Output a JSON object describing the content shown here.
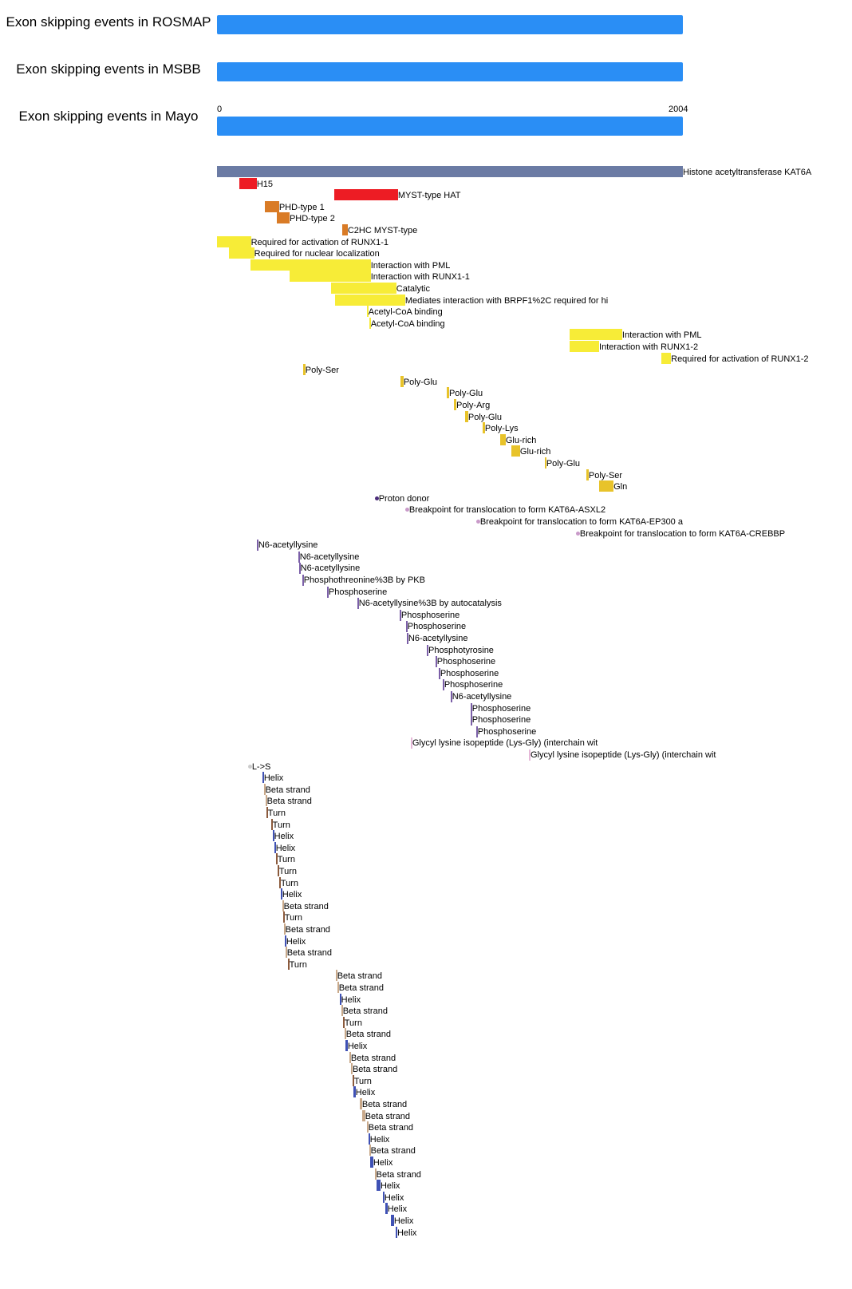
{
  "tracks": [
    {
      "title": "Exon skipping events in ROSMAP"
    },
    {
      "title": "Exon skipping events in MSBB"
    },
    {
      "title": "Exon skipping events in Mayo"
    }
  ],
  "axis": {
    "min": "0",
    "max": "2004",
    "min_value": 0,
    "max_value": 2004
  },
  "colors": {
    "exon_bar": "#2a8ef5",
    "chain": "#6b7ba4",
    "domain": "#ed1c24",
    "zinc": "#d97b26",
    "region": "#f7ec37",
    "compbias": "#e8c32a",
    "active": "#4b2c7a",
    "site": "#c99ac9",
    "modres": "#7b5fa8",
    "crosslnk": "#e6b8d8",
    "variant": "#cccccc",
    "helix": "#3f51b5",
    "strand": "#c9a98a",
    "turn": "#8b5a3c"
  },
  "features": [
    {
      "label": "Histone acetyltransferase KAT6A",
      "type": "chain",
      "start": 1,
      "end": 2004
    },
    {
      "label": "H15",
      "type": "domain",
      "start": 96,
      "end": 172
    },
    {
      "label": "MYST-type HAT",
      "type": "domain",
      "start": 504,
      "end": 779
    },
    {
      "label": "PHD-type 1",
      "type": "zinc",
      "start": 206,
      "end": 268
    },
    {
      "label": "PHD-type 2",
      "type": "zinc",
      "start": 257,
      "end": 313
    },
    {
      "label": "C2HC MYST-type",
      "type": "zinc",
      "start": 539,
      "end": 563
    },
    {
      "label": "Required for activation of RUNX1-1",
      "type": "region",
      "start": 1,
      "end": 147
    },
    {
      "label": "Required for nuclear localization",
      "type": "region",
      "start": 51,
      "end": 161
    },
    {
      "label": "Interaction with PML",
      "type": "region",
      "start": 144,
      "end": 662
    },
    {
      "label": "Interaction with RUNX1-1",
      "type": "region",
      "start": 312,
      "end": 662
    },
    {
      "label": "Catalytic",
      "type": "region",
      "start": 490,
      "end": 772
    },
    {
      "label": "Mediates interaction with BRPF1%2C required for hi",
      "type": "region",
      "start": 508,
      "end": 810
    },
    {
      "label": "Acetyl-CoA binding",
      "type": "region",
      "start": 645,
      "end": 652
    },
    {
      "label": "Acetyl-CoA binding",
      "type": "region",
      "start": 655,
      "end": 662
    },
    {
      "label": "Interaction with PML",
      "type": "region",
      "start": 1517,
      "end": 1743
    },
    {
      "label": "Interaction with RUNX1-2",
      "type": "region",
      "start": 1517,
      "end": 1644
    },
    {
      "label": "Required for activation of RUNX1-2",
      "type": "region",
      "start": 1911,
      "end": 1953
    },
    {
      "label": "Poly-Ser",
      "type": "compbias",
      "start": 371,
      "end": 381
    },
    {
      "label": "Poly-Glu",
      "type": "compbias",
      "start": 789,
      "end": 803
    },
    {
      "label": "Poly-Glu",
      "type": "compbias",
      "start": 988,
      "end": 999
    },
    {
      "label": "Poly-Arg",
      "type": "compbias",
      "start": 1019,
      "end": 1030
    },
    {
      "label": "Poly-Glu",
      "type": "compbias",
      "start": 1067,
      "end": 1081
    },
    {
      "label": "Poly-Lys",
      "type": "compbias",
      "start": 1143,
      "end": 1153
    },
    {
      "label": "Glu-rich",
      "type": "compbias",
      "start": 1218,
      "end": 1242
    },
    {
      "label": "Glu-rich",
      "type": "compbias",
      "start": 1266,
      "end": 1304
    },
    {
      "label": "Poly-Glu",
      "type": "compbias",
      "start": 1410,
      "end": 1417
    },
    {
      "label": "Poly-Ser",
      "type": "compbias",
      "start": 1589,
      "end": 1599
    },
    {
      "label": "Gln",
      "type": "compbias",
      "start": 1644,
      "end": 1706
    },
    {
      "label": "Proton donor",
      "type": "active",
      "start": 686,
      "end": 686,
      "dot": true
    },
    {
      "label": "Breakpoint for translocation to form KAT6A-ASXL2",
      "type": "site",
      "start": 817,
      "end": 817,
      "dot": true
    },
    {
      "label": "Breakpoint for translocation to form KAT6A-EP300 a",
      "type": "site",
      "start": 1122,
      "end": 1122,
      "dot": true
    },
    {
      "label": "Breakpoint for translocation to form KAT6A-CREBBP",
      "type": "site",
      "start": 1551,
      "end": 1551,
      "dot": true
    },
    {
      "label": "N6-acetyllysine",
      "type": "modres",
      "start": 172,
      "end": 172
    },
    {
      "label": "N6-acetyllysine",
      "type": "modres",
      "start": 350,
      "end": 350
    },
    {
      "label": "N6-acetyllysine",
      "type": "modres",
      "start": 353,
      "end": 353
    },
    {
      "label": "Phosphothreonine%3B by PKB",
      "type": "modres",
      "start": 367,
      "end": 367
    },
    {
      "label": "Phosphoserine",
      "type": "modres",
      "start": 474,
      "end": 474
    },
    {
      "label": "N6-acetyllysine%3B by autocatalysis",
      "type": "modres",
      "start": 604,
      "end": 604
    },
    {
      "label": "Phosphoserine",
      "type": "modres",
      "start": 786,
      "end": 786
    },
    {
      "label": "Phosphoserine",
      "type": "modres",
      "start": 813,
      "end": 813
    },
    {
      "label": "N6-acetyllysine",
      "type": "modres",
      "start": 817,
      "end": 817
    },
    {
      "label": "Phosphotyrosine",
      "type": "modres",
      "start": 903,
      "end": 903
    },
    {
      "label": "Phosphoserine",
      "type": "modres",
      "start": 940,
      "end": 940
    },
    {
      "label": "Phosphoserine",
      "type": "modres",
      "start": 954,
      "end": 954
    },
    {
      "label": "Phosphoserine",
      "type": "modres",
      "start": 971,
      "end": 971
    },
    {
      "label": "N6-acetyllysine",
      "type": "modres",
      "start": 1005,
      "end": 1005
    },
    {
      "label": "Phosphoserine",
      "type": "modres",
      "start": 1091,
      "end": 1091
    },
    {
      "label": "Phosphoserine",
      "type": "modres",
      "start": 1091,
      "end": 1091
    },
    {
      "label": "Phosphoserine",
      "type": "modres",
      "start": 1115,
      "end": 1115
    },
    {
      "label": "Glycyl lysine isopeptide (Lys-Gly) (interchain wit",
      "type": "crosslnk",
      "start": 834,
      "end": 834
    },
    {
      "label": "Glycyl lysine isopeptide (Lys-Gly) (interchain wit",
      "type": "crosslnk",
      "start": 1342,
      "end": 1342
    },
    {
      "label": "L->S",
      "type": "variant",
      "start": 141,
      "end": 141,
      "dot": true
    },
    {
      "label": "Helix",
      "type": "helix",
      "start": 196,
      "end": 199
    },
    {
      "label": "Beta strand",
      "type": "strand",
      "start": 202,
      "end": 205
    },
    {
      "label": "Beta strand",
      "type": "strand",
      "start": 209,
      "end": 212
    },
    {
      "label": "Turn",
      "type": "turn",
      "start": 213,
      "end": 215
    },
    {
      "label": "Turn",
      "type": "turn",
      "start": 233,
      "end": 235
    },
    {
      "label": "Helix",
      "type": "helix",
      "start": 240,
      "end": 243
    },
    {
      "label": "Helix",
      "type": "helix",
      "start": 247,
      "end": 250
    },
    {
      "label": "Turn",
      "type": "turn",
      "start": 254,
      "end": 256
    },
    {
      "label": "Turn",
      "type": "turn",
      "start": 261,
      "end": 263
    },
    {
      "label": "Turn",
      "type": "turn",
      "start": 268,
      "end": 270
    },
    {
      "label": "Helix",
      "type": "helix",
      "start": 275,
      "end": 278
    },
    {
      "label": "Beta strand",
      "type": "strand",
      "start": 281,
      "end": 284
    },
    {
      "label": "Turn",
      "type": "turn",
      "start": 285,
      "end": 287
    },
    {
      "label": "Beta strand",
      "type": "strand",
      "start": 288,
      "end": 291
    },
    {
      "label": "Helix",
      "type": "helix",
      "start": 292,
      "end": 295
    },
    {
      "label": "Beta strand",
      "type": "strand",
      "start": 295,
      "end": 298
    },
    {
      "label": "Turn",
      "type": "turn",
      "start": 305,
      "end": 307
    },
    {
      "label": "Beta strand",
      "type": "strand",
      "start": 511,
      "end": 514
    },
    {
      "label": "Beta strand",
      "type": "strand",
      "start": 518,
      "end": 521
    },
    {
      "label": "Helix",
      "type": "helix",
      "start": 528,
      "end": 531
    },
    {
      "label": "Beta strand",
      "type": "strand",
      "start": 535,
      "end": 538
    },
    {
      "label": "Turn",
      "type": "turn",
      "start": 542,
      "end": 544
    },
    {
      "label": "Beta strand",
      "type": "strand",
      "start": 549,
      "end": 552
    },
    {
      "label": "Helix",
      "type": "helix",
      "start": 552,
      "end": 563
    },
    {
      "label": "Beta strand",
      "type": "strand",
      "start": 570,
      "end": 573
    },
    {
      "label": "Beta strand",
      "type": "strand",
      "start": 577,
      "end": 580
    },
    {
      "label": "Turn",
      "type": "turn",
      "start": 583,
      "end": 585
    },
    {
      "label": "Helix",
      "type": "helix",
      "start": 587,
      "end": 597
    },
    {
      "label": "Beta strand",
      "type": "strand",
      "start": 614,
      "end": 625
    },
    {
      "label": "Beta strand",
      "type": "strand",
      "start": 625,
      "end": 638
    },
    {
      "label": "Beta strand",
      "type": "strand",
      "start": 645,
      "end": 652
    },
    {
      "label": "Helix",
      "type": "helix",
      "start": 652,
      "end": 655
    },
    {
      "label": "Beta strand",
      "type": "strand",
      "start": 655,
      "end": 658
    },
    {
      "label": "Helix",
      "type": "helix",
      "start": 659,
      "end": 673
    },
    {
      "label": "Beta strand",
      "type": "strand",
      "start": 679,
      "end": 682
    },
    {
      "label": "Helix",
      "type": "helix",
      "start": 686,
      "end": 704
    },
    {
      "label": "Helix",
      "type": "helix",
      "start": 714,
      "end": 721
    },
    {
      "label": "Helix",
      "type": "helix",
      "start": 724,
      "end": 734
    },
    {
      "label": "Helix",
      "type": "helix",
      "start": 748,
      "end": 762
    },
    {
      "label": "Helix",
      "type": "helix",
      "start": 769,
      "end": 776
    }
  ]
}
